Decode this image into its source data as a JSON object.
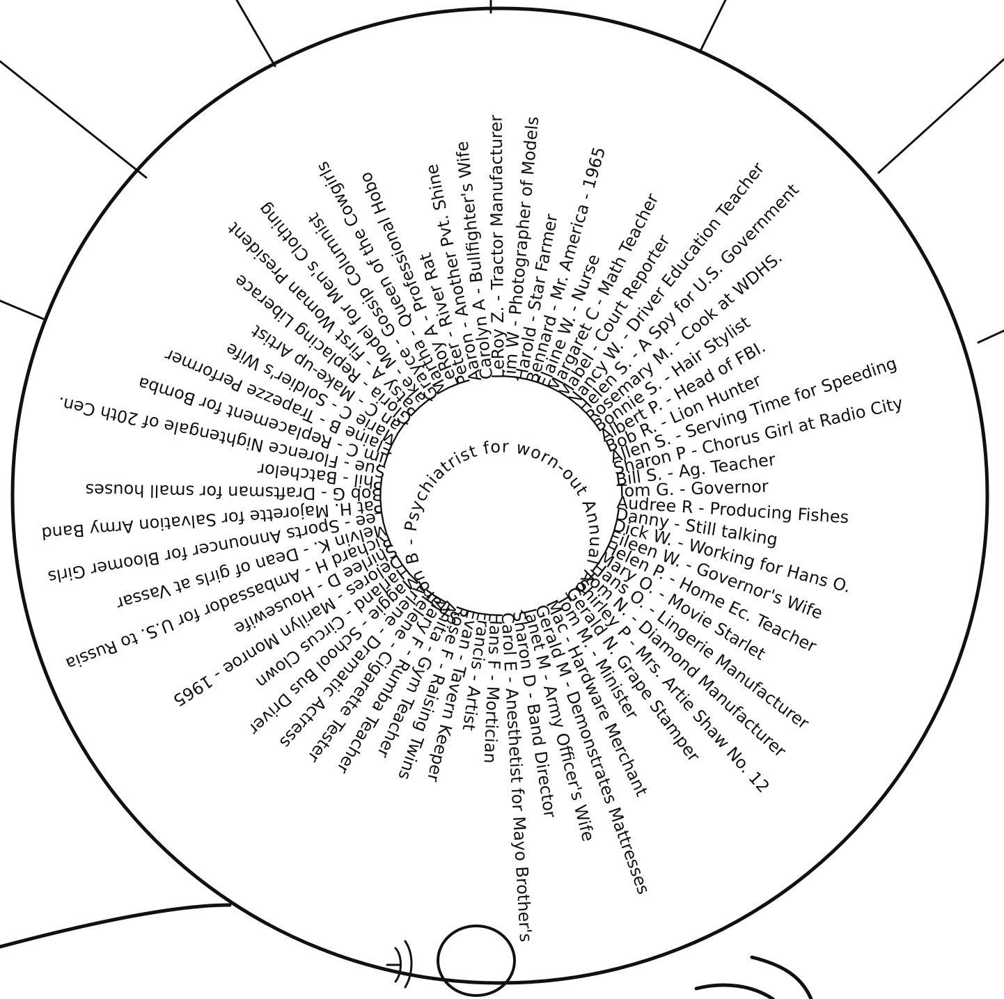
{
  "center_caption": "Sharon B - Psychiatrist for worn-out Annual Advisors -",
  "entries": [
    "Carolyn A - Bullfighter's Wife",
    "LeRoy Z. - Tractor Manufacturer",
    "Jim W - Photographer of Models",
    "Harold - Star Farmer",
    "Bennard - Mr. America - 1965",
    "Elaine W. - Nurse",
    "Margaret C - Math Teacher",
    "Mabel - Court Reporter",
    "Nancy W. - Driver Education Teacher",
    "Helen S. - A Spy for U.S. Government",
    "Rosemary M. - Cook at WDHS.",
    "Bonnie S. - Hair Stylist",
    "Albert P. - Head of FBI.",
    "Bob R. - Lion Hunter",
    "Allen S. - Serving Time for Speeding",
    "Sharon P - Chorus Girl at Radio City",
    "Bill S. - Ag. Teacher",
    "Tom G. - Governor",
    "Audree R - Producing Fishes",
    "Danny - Still talking",
    "Dick W. - Working for Hans O.",
    "Eileen W. - Governor's Wife",
    "Helen P. - Home Ec. Teacher",
    "Mary O. - Movie Starlet",
    "Hans O. - Lingerie Manufacturer",
    "Tom N. - Diamond Manufacturer",
    "Shirley P - Mrs. Artie Shaw No. 12",
    "Gerald N. Grape Stamper",
    "Tom M. - Minister",
    "Mac - Hardware Merchant",
    "Gerald M - Demonstrates Mattresses",
    "Janet M - Army Officer's Wife",
    "Sharon D - Band Director",
    "Carol E - Anesthetist for Mayo Brother's",
    "Hans F - Mortician",
    "Francis - Artist",
    "Evan - Tavern Keeper",
    "Rose F - Raising Twins",
    "Anita - Gym Teacher",
    "Mary F - Rumba Teacher",
    "Helene - Cigarette Tester",
    "Arlene - Dramatic Actress",
    "Maggie - School Bus Driver",
    "Harland - Circus Clown",
    "Delores - Marilyn Monroe - 1965",
    "Shirlee D - Housewife",
    "Richard H - Ambassador for U.S. to Russia",
    "Melvin K. - Dean of girls at Vassar",
    "Lee - Sports Announcer for Bloomer Girls",
    "Pat H. Majorette for Salvation Army Band",
    "Bob G - Draftsman for small houses",
    "Phil - Batchelor",
    "Sue - Florence Nightengale of 20th Cen.",
    "Jim C - Replacement for Bomba",
    "Elaine B - Trapezze Performer",
    "Marie C - Soldier's Wife",
    "Jan C - Make-up Artist",
    "Gloria - Replacing Liberace",
    "Patsy A - First Woman President",
    "Jake - Model for Men's Clothing",
    "Grayce - Gossip Columnist",
    "Martha - Queen of the Cowgirls",
    "LeRoy A - Professional Hobo",
    "Peter - River Rat",
    "Aaron - Another Pvt. Shine"
  ],
  "colors": {
    "ink": "#111111",
    "paper": "#ffffff"
  },
  "icons": [
    "hand-thumb-icon",
    "thumbnail-icon",
    "knuckle-crease-icon"
  ]
}
